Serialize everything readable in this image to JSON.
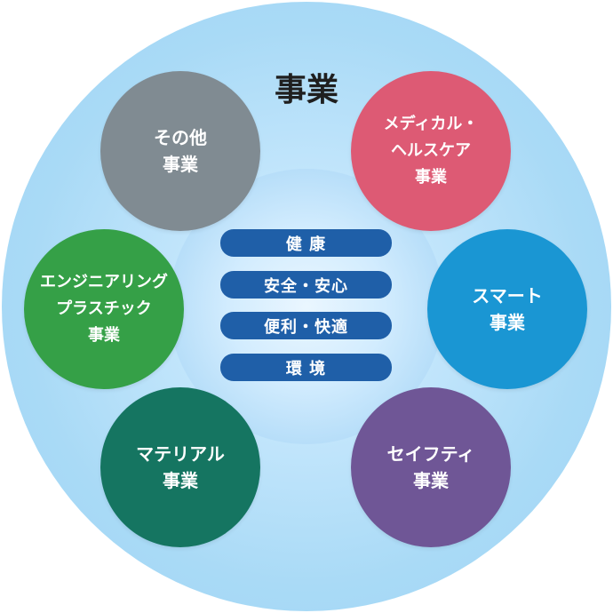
{
  "title": "事業",
  "core_values": [
    "健 康",
    "安全・安心",
    "便利・快適",
    "環 境"
  ],
  "businesses": [
    {
      "lines": [
        "その他",
        "事業"
      ],
      "color": "#808b92"
    },
    {
      "lines": [
        "メディカル・",
        "ヘルスケア",
        "事業"
      ],
      "color": "#dd5a74"
    },
    {
      "lines": [
        "エンジニアリング",
        "プラスチック",
        "事業"
      ],
      "color": "#35a047"
    },
    {
      "lines": [
        "スマート",
        "事業"
      ],
      "color": "#1a96d3"
    },
    {
      "lines": [
        "マテリアル",
        "事業"
      ],
      "color": "#157561"
    },
    {
      "lines": [
        "セイフティ",
        "事業"
      ],
      "color": "#6f5696"
    }
  ]
}
